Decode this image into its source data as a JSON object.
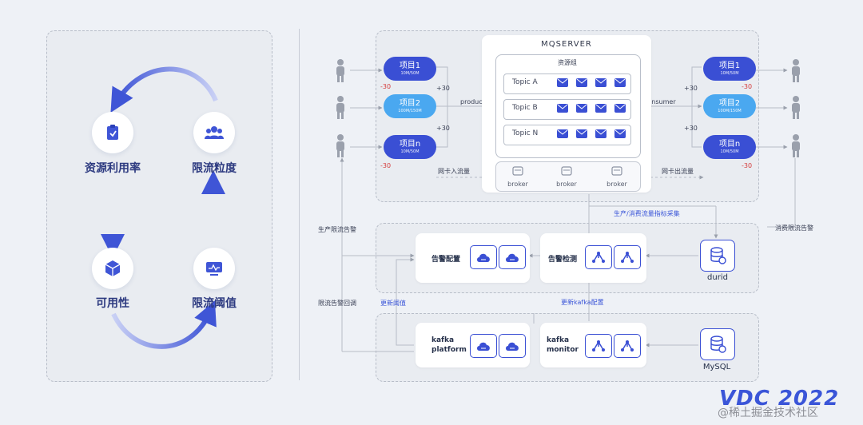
{
  "cycle": {
    "resource_util": "资源利用率",
    "limit_granularity": "限流粒度",
    "availability": "可用性",
    "limit_threshold": "限流阈值"
  },
  "mq": {
    "title": "MQSERVER",
    "resource_group": "资源组",
    "topics": [
      "Topic A",
      "Topic B",
      "Topic N"
    ],
    "brokers": [
      "broker",
      "broker",
      "broker"
    ],
    "producer": "producer",
    "consumer": "consumer",
    "nic_in": "网卡入流量",
    "nic_out": "网卡出流量"
  },
  "left_projects": [
    {
      "name": "项目1",
      "sub": "10M/50M"
    },
    {
      "name": "项目2",
      "sub": "100M/150M"
    },
    {
      "name": "项目n",
      "sub": "10M/50M"
    }
  ],
  "right_projects": [
    {
      "name": "项目1",
      "sub": "10M/50M"
    },
    {
      "name": "项目2",
      "sub": "100M/150M"
    },
    {
      "name": "项目n",
      "sub": "10M/50M"
    }
  ],
  "deltas": {
    "minus": "-30",
    "plus": "+30"
  },
  "labels": {
    "produce_metrics": "生产/消费流量指标采集",
    "produce_alert": "生产限流告警",
    "consume_alert": "消费限流告警",
    "limit_callback": "限流告警回调",
    "update_threshold": "更新阈值",
    "update_kafka": "更新kafka配置"
  },
  "alert_row": {
    "alert_config": "告警配置",
    "alert_detect": "告警检测",
    "durid": "durid"
  },
  "kafka_row": {
    "platform_l1": "kafka",
    "platform_l2": "platform",
    "monitor_l1": "kafka",
    "monitor_l2": "monitor",
    "mysql": "MySQL"
  },
  "brand": {
    "logo": "VDC 2022",
    "watermark": "@稀土掘金技术社区"
  },
  "colors": {
    "primary": "#3a4fd4",
    "light": "#4aa8f0",
    "accent_red": "#d43a3a"
  }
}
